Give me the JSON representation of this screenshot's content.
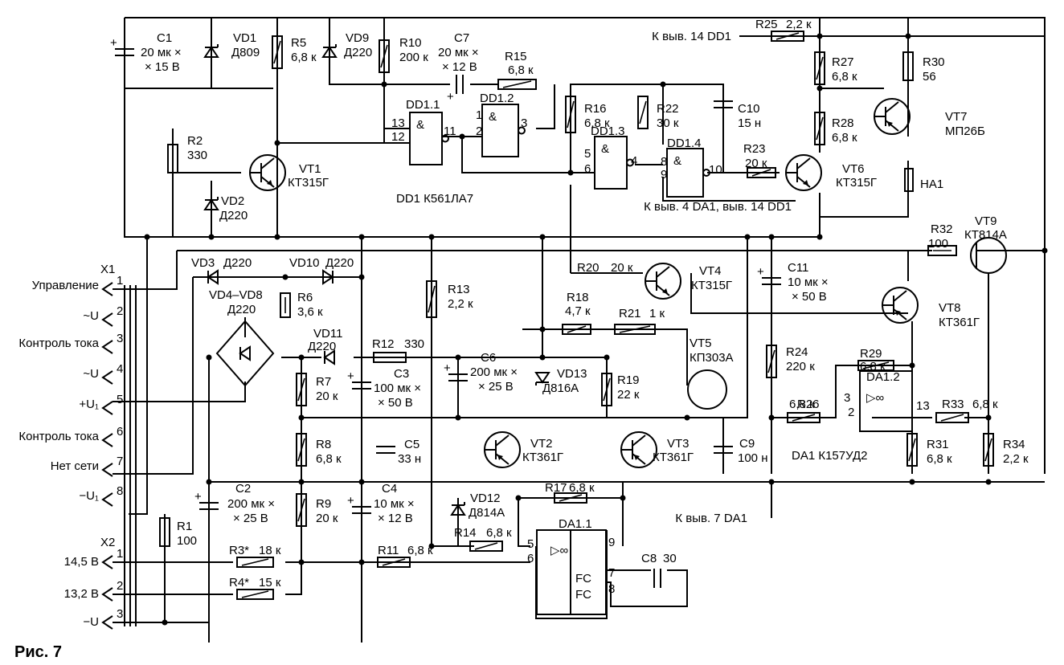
{
  "figure": {
    "caption": "Рис. 7"
  },
  "connector_x1": {
    "name": "X1",
    "pins": [
      {
        "num": "1",
        "label": "Управление"
      },
      {
        "num": "2",
        "label": "~U"
      },
      {
        "num": "3",
        "label": "Контроль тока"
      },
      {
        "num": "4",
        "label": "~U"
      },
      {
        "num": "5",
        "label": "+U₁"
      },
      {
        "num": "6",
        "label": "Контроль тока"
      },
      {
        "num": "7",
        "label": "Нет сети"
      },
      {
        "num": "8",
        "label": "−U₁"
      }
    ]
  },
  "connector_x2": {
    "name": "X2",
    "pins": [
      {
        "num": "1",
        "label": "14,5 В"
      },
      {
        "num": "2",
        "label": "13,2 В"
      },
      {
        "num": "3",
        "label": "−U"
      }
    ]
  },
  "chip_note": "DD1 К561ЛА7",
  "opamp_note": "DA1 К157УД2",
  "net_labels": {
    "to_dd1_14": "К выв. 14 DD1",
    "to_da1_4": "К выв. 4 DA1, выв. 14 DD1",
    "to_da1_7": "К выв. 7 DA1"
  },
  "components": [
    {
      "ref": "C1",
      "value": "20 мк ×",
      "value2": "× 15 В"
    },
    {
      "ref": "VD1",
      "value": "Д809"
    },
    {
      "ref": "R5",
      "value": "6,8 к"
    },
    {
      "ref": "VD9",
      "value": "Д220"
    },
    {
      "ref": "R10",
      "value": "200 к"
    },
    {
      "ref": "C7",
      "value": "20 мк ×",
      "value2": "× 12 В"
    },
    {
      "ref": "R15",
      "value": "6,8 к"
    },
    {
      "ref": "R25",
      "value": "2,2 к"
    },
    {
      "ref": "R27",
      "value": "6,8 к"
    },
    {
      "ref": "R30",
      "value": "56"
    },
    {
      "ref": "VT7",
      "value": "МП26Б"
    },
    {
      "ref": "R16",
      "value": "6,8 к"
    },
    {
      "ref": "R22",
      "value": "30 к"
    },
    {
      "ref": "C10",
      "value": "15 н"
    },
    {
      "ref": "R28",
      "value": "6,8 к"
    },
    {
      "ref": "R23",
      "value": "20 к"
    },
    {
      "ref": "VT6",
      "value": "КТ315Г"
    },
    {
      "ref": "HA1",
      "value": ""
    },
    {
      "ref": "R2",
      "value": "330"
    },
    {
      "ref": "VT1",
      "value": "КТ315Г"
    },
    {
      "ref": "VD2",
      "value": "Д220"
    },
    {
      "ref": "R32",
      "value": "100"
    },
    {
      "ref": "VT9",
      "value": "КТ814А"
    },
    {
      "ref": "VD3",
      "value": "Д220"
    },
    {
      "ref": "VD10",
      "value": "Д220"
    },
    {
      "ref": "R20",
      "value": "20 к"
    },
    {
      "ref": "VT4",
      "value": "КТ315Г"
    },
    {
      "ref": "C11",
      "value": "10 мк ×",
      "value2": "× 50 В"
    },
    {
      "ref": "VD4–VD8",
      "value": "Д220"
    },
    {
      "ref": "R6",
      "value": "3,6 к"
    },
    {
      "ref": "R13",
      "value": "2,2 к"
    },
    {
      "ref": "R18",
      "value": "4,7 к"
    },
    {
      "ref": "R21",
      "value": "1 к"
    },
    {
      "ref": "VT8",
      "value": "КТ361Г"
    },
    {
      "ref": "VD11",
      "value": "Д220"
    },
    {
      "ref": "R12",
      "value": "330"
    },
    {
      "ref": "C3",
      "value": "100 мк ×",
      "value2": "× 50 В"
    },
    {
      "ref": "C6",
      "value": "200 мк ×",
      "value2": "× 25 В"
    },
    {
      "ref": "VD13",
      "value": "Д816А"
    },
    {
      "ref": "R19",
      "value": "22 к"
    },
    {
      "ref": "VT5",
      "value": "КП303А"
    },
    {
      "ref": "R24",
      "value": "220 к"
    },
    {
      "ref": "R29",
      "value": "6,8 к"
    },
    {
      "ref": "R7",
      "value": "20 к"
    },
    {
      "ref": "R26",
      "value": "6,8 к"
    },
    {
      "ref": "R33",
      "value": "6,8 к"
    },
    {
      "ref": "R8",
      "value": "6,8 к"
    },
    {
      "ref": "C5",
      "value": "33 н"
    },
    {
      "ref": "VT2",
      "value": "КТ361Г"
    },
    {
      "ref": "VT3",
      "value": "КТ361Г"
    },
    {
      "ref": "C9",
      "value": "100 н"
    },
    {
      "ref": "R31",
      "value": "6,8 к"
    },
    {
      "ref": "R34",
      "value": "2,2 к"
    },
    {
      "ref": "C2",
      "value": "200 мк ×",
      "value2": "× 25 В"
    },
    {
      "ref": "R9",
      "value": "20 к"
    },
    {
      "ref": "C4",
      "value": "10 мк ×",
      "value2": "× 12 В"
    },
    {
      "ref": "VD12",
      "value": "Д814А"
    },
    {
      "ref": "R17",
      "value": "6,8 к"
    },
    {
      "ref": "R1",
      "value": "100"
    },
    {
      "ref": "R14",
      "value": "6,8 к"
    },
    {
      "ref": "R11",
      "value": "6,8 к"
    },
    {
      "ref": "R3*",
      "value": "18 к"
    },
    {
      "ref": "R4*",
      "value": "15 к"
    },
    {
      "ref": "C8",
      "value": "30"
    }
  ],
  "gates": [
    {
      "ref": "DD1.1",
      "pins": [
        "13",
        "12",
        "11"
      ]
    },
    {
      "ref": "DD1.2",
      "pins": [
        "1",
        "2",
        "3"
      ]
    },
    {
      "ref": "DD1.3",
      "pins": [
        "5",
        "6",
        "4"
      ]
    },
    {
      "ref": "DD1.4",
      "pins": [
        "8",
        "9",
        "10"
      ]
    }
  ],
  "opamps": [
    {
      "ref": "DA1.1",
      "pins": [
        "5",
        "6",
        "9",
        "7",
        "8"
      ],
      "fc": "FC"
    },
    {
      "ref": "DA1.2",
      "pins": [
        "3",
        "2",
        "13"
      ]
    }
  ]
}
